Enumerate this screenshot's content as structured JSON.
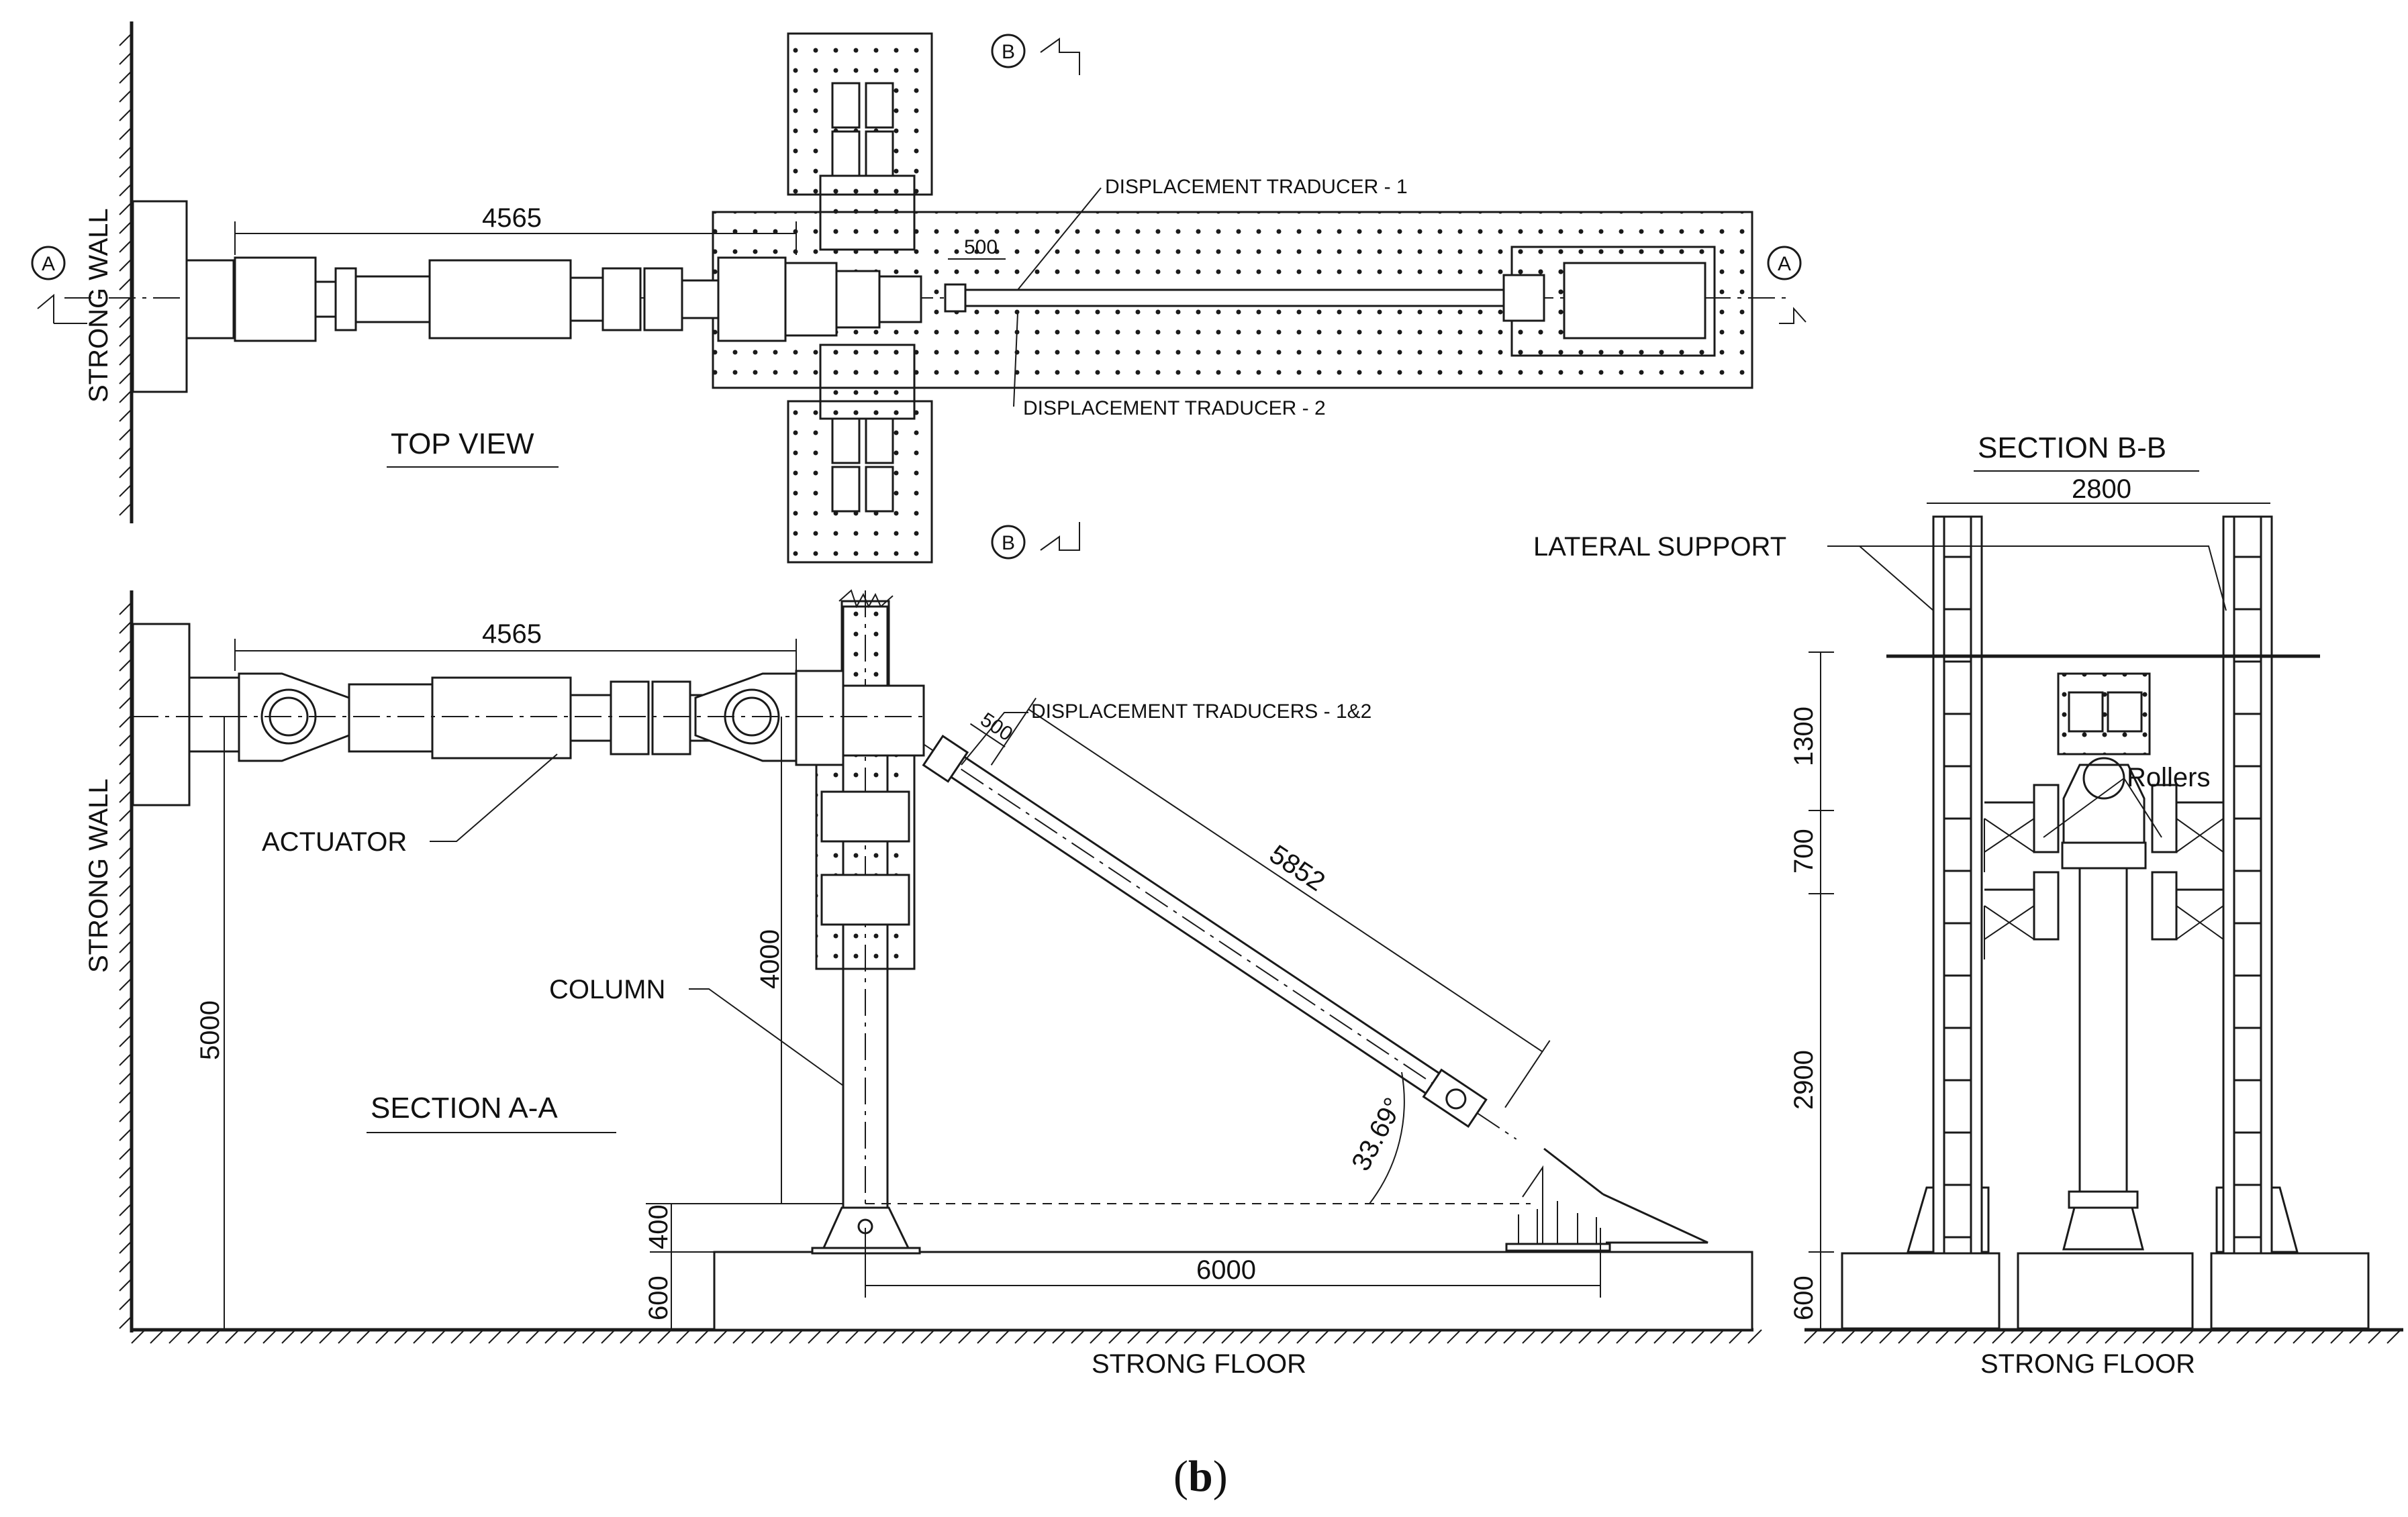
{
  "labels": {
    "strong_wall": "STRONG WALL",
    "top_view": "TOP VIEW",
    "section_aa": "SECTION A-A",
    "section_bb": "SECTION B-B",
    "lateral_support": "LATERAL SUPPORT",
    "actuator": "ACTUATOR",
    "column": "COLUMN",
    "strong_floor": "STRONG FLOOR",
    "rollers": "Rollers",
    "traducer_1": "DISPLACEMENT TRADUCER - 1",
    "traducer_2": "DISPLACEMENT TRADUCER - 2",
    "traducers_12": "DISPLACEMENT TRADUCERS - 1&2",
    "marker_a": "A",
    "marker_b": "B"
  },
  "dimensions": {
    "actuator_length_top": "4565",
    "actuator_length_side": "4565",
    "traducer_offset_top": "500",
    "traducer_offset_side": "500",
    "brace_length": "5852",
    "column_height": "4000",
    "actuator_elevation": "5000",
    "brace_angle": "33.69°",
    "base_spacing": "6000",
    "base_400": "400",
    "base_600_aa": "600",
    "frame_width": "2800",
    "h_1300": "1300",
    "h_700": "700",
    "h_2900": "2900",
    "base_600_bb": "600"
  },
  "caption": {
    "open": "(",
    "letter": "b",
    "close": ")"
  }
}
